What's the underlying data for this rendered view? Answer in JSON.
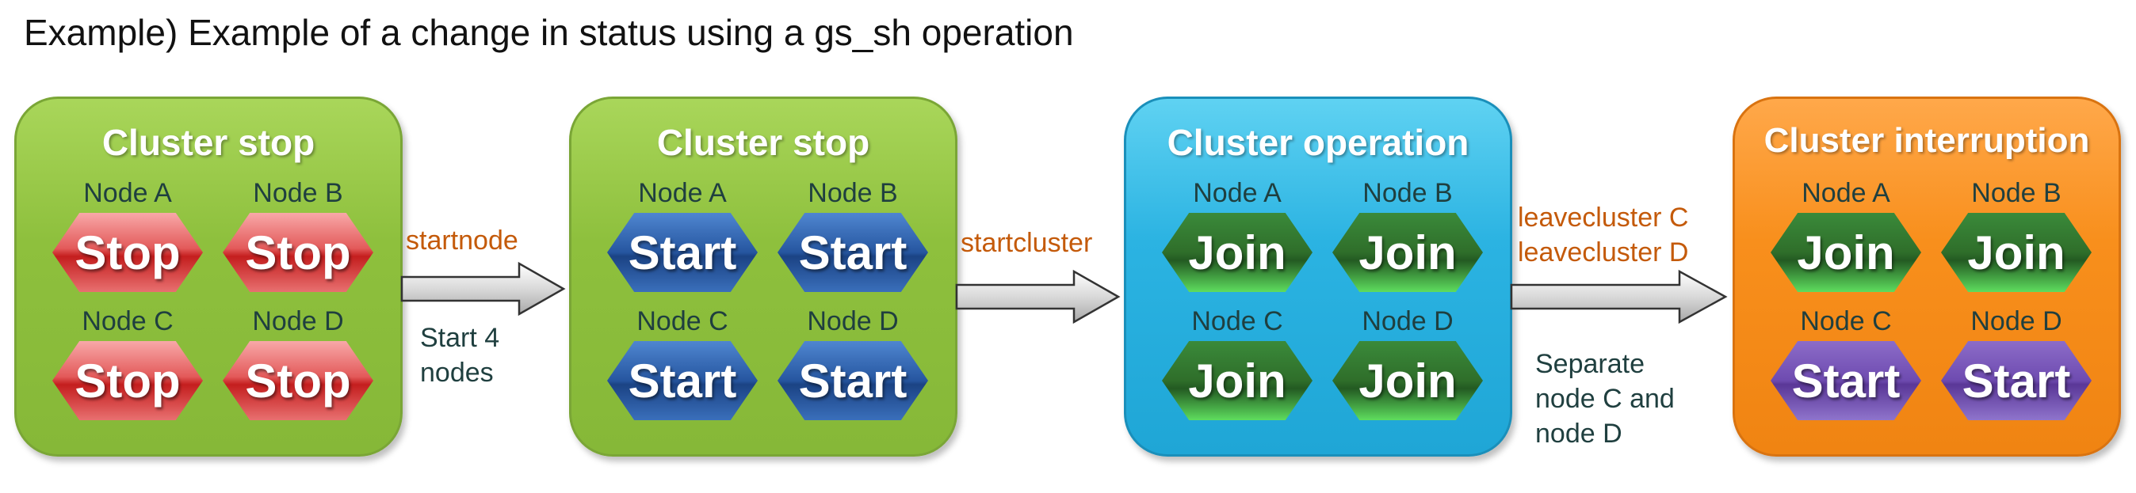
{
  "title": "Example) Example of a change in status using a gs_sh operation",
  "panels": [
    {
      "title": "Cluster stop",
      "nodes": [
        {
          "label": "Node A",
          "status": "Stop"
        },
        {
          "label": "Node B",
          "status": "Stop"
        },
        {
          "label": "Node C",
          "status": "Stop"
        },
        {
          "label": "Node D",
          "status": "Stop"
        }
      ]
    },
    {
      "title": "Cluster stop",
      "nodes": [
        {
          "label": "Node A",
          "status": "Start"
        },
        {
          "label": "Node B",
          "status": "Start"
        },
        {
          "label": "Node C",
          "status": "Start"
        },
        {
          "label": "Node D",
          "status": "Start"
        }
      ]
    },
    {
      "title": "Cluster operation",
      "nodes": [
        {
          "label": "Node A",
          "status": "Join"
        },
        {
          "label": "Node B",
          "status": "Join"
        },
        {
          "label": "Node C",
          "status": "Join"
        },
        {
          "label": "Node D",
          "status": "Join"
        }
      ]
    },
    {
      "title": "Cluster interruption",
      "nodes": [
        {
          "label": "Node A",
          "status": "Join"
        },
        {
          "label": "Node B",
          "status": "Join"
        },
        {
          "label": "Node C",
          "status": "Start"
        },
        {
          "label": "Node D",
          "status": "Start"
        }
      ]
    }
  ],
  "transitions": [
    {
      "operation": [
        "startnode"
      ],
      "note": [
        "Start 4",
        "nodes"
      ]
    },
    {
      "operation": [
        "startcluster"
      ],
      "note": []
    },
    {
      "operation": [
        "leavecluster C",
        "leavecluster D"
      ],
      "note": [
        "Separate",
        "node C and",
        "node D"
      ]
    }
  ],
  "colors": {
    "panel_green": "#8ec03d",
    "panel_blue": "#2bb3e2",
    "panel_orange": "#f88f1c",
    "operation_text": "#c45a0a",
    "note_text": "#1f3f3f"
  }
}
